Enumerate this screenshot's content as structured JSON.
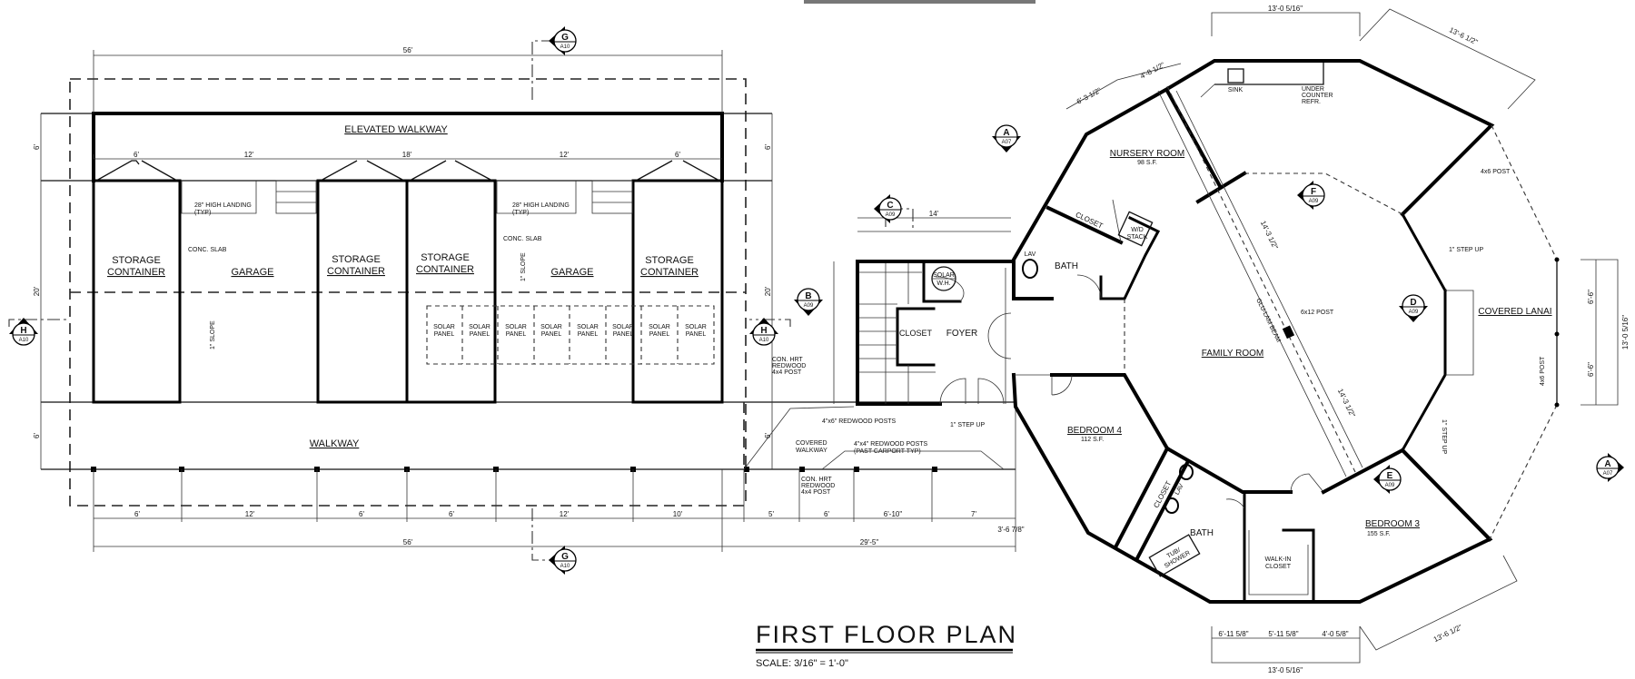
{
  "title": "FIRST FLOOR PLAN",
  "scale": "SCALE: 3/16\" = 1'-0\"",
  "left_building": {
    "elevated_walkway": "ELEVATED WALKWAY",
    "walkway": "WALKWAY",
    "storage_container": [
      "STORAGE",
      "CONTAINER"
    ],
    "garage": "GARAGE",
    "conc_slab": "CONC. SLAB",
    "landing": [
      "28\" HIGH LANDING",
      "(TYP)"
    ],
    "slope": "1\" SLOPE",
    "solar_panel": [
      "SOLAR",
      "PANEL"
    ],
    "top_dims": [
      "6'",
      "12'",
      "18'",
      "12'",
      "6'"
    ],
    "overall_width": "56'",
    "side_dims": [
      "6'",
      "20'",
      "6'"
    ]
  },
  "connector": {
    "covered_walkway": [
      "COVERED",
      "WALKWAY"
    ],
    "redwood_posts_4x6": "4\"x6\" REDWOOD POSTS",
    "redwood_posts_4x4": [
      "4\"x4\" REDWOOD POSTS",
      "(PAST CARPORT TYP)"
    ],
    "con_hrt_post": [
      "CON. HRT",
      "REDWOOD",
      "4x4 POST"
    ],
    "foyer": "FOYER",
    "closet": "CLOSET",
    "solar_wh": [
      "SOLAR",
      "W.H."
    ],
    "step_up": "1\" STEP UP",
    "dim_14": "14'",
    "dim_3_6": "3'-6 7/8\"",
    "overall_29_5": "29'-5\""
  },
  "bottom_dims": [
    "6'",
    "12'",
    "6'",
    "6'",
    "12'",
    "10'",
    "5'",
    "6'",
    "6'-10\"",
    "7'"
  ],
  "house": {
    "nursery": "NURSERY ROOM",
    "nursery_sf": "98 S.F.",
    "bath": "BATH",
    "closet": "CLOSET",
    "wd": [
      "W/D",
      "STACK"
    ],
    "lav": "LAV",
    "sink": "SINK",
    "refr": [
      "UNDER",
      "COUNTER",
      "REFR."
    ],
    "family_room": "FAMILY ROOM",
    "post_6x12": "6x12 POST",
    "beam": "GLU-LAM BEAM",
    "covered_lanai": "COVERED LANAI",
    "post_4x6": "4x6 POST",
    "step_up": "1\" STEP UP",
    "bedroom4": "BEDROOM 4",
    "bedroom4_sf": "112 S.F.",
    "bedroom3": "BEDROOM 3",
    "bedroom3_sf": "155 S.F.",
    "walkin": [
      "WALK-IN",
      "CLOSET"
    ],
    "tub": [
      "TUB/",
      "SHOWER"
    ],
    "dim_top": "13'-0 5/16\"",
    "dim_bottom": "13'-0 5/16\"",
    "dim_ne": "13'-6 1/2\"",
    "dim_se": "13'-6 1/2\"",
    "dim_lanai": "13'-0 5/16\"",
    "dim_lanai_parts": [
      "6'-6\"",
      "6'-6\""
    ],
    "dim_bottom_parts": [
      "6'-11 5/8\"",
      "5'-11 5/8\"",
      "4'-0 5/8\""
    ],
    "dim_nw": [
      "6'-3 1/2\"",
      "4'-8 1/2\""
    ],
    "dim_beam": [
      "14'-3 1/2\"",
      "14'-3 1/2\""
    ]
  },
  "section_markers": [
    {
      "letter": "G",
      "sheet": "A10"
    },
    {
      "letter": "G",
      "sheet": "A10"
    },
    {
      "letter": "H",
      "sheet": "A10"
    },
    {
      "letter": "H",
      "sheet": "A10"
    },
    {
      "letter": "C",
      "sheet": "A09"
    },
    {
      "letter": "B",
      "sheet": "A09"
    },
    {
      "letter": "A",
      "sheet": "A07"
    },
    {
      "letter": "A",
      "sheet": "A07"
    },
    {
      "letter": "D",
      "sheet": "A09"
    },
    {
      "letter": "E",
      "sheet": "A09"
    },
    {
      "letter": "F",
      "sheet": "A09"
    }
  ],
  "colors": {
    "line": "#000000",
    "background": "#ffffff"
  }
}
